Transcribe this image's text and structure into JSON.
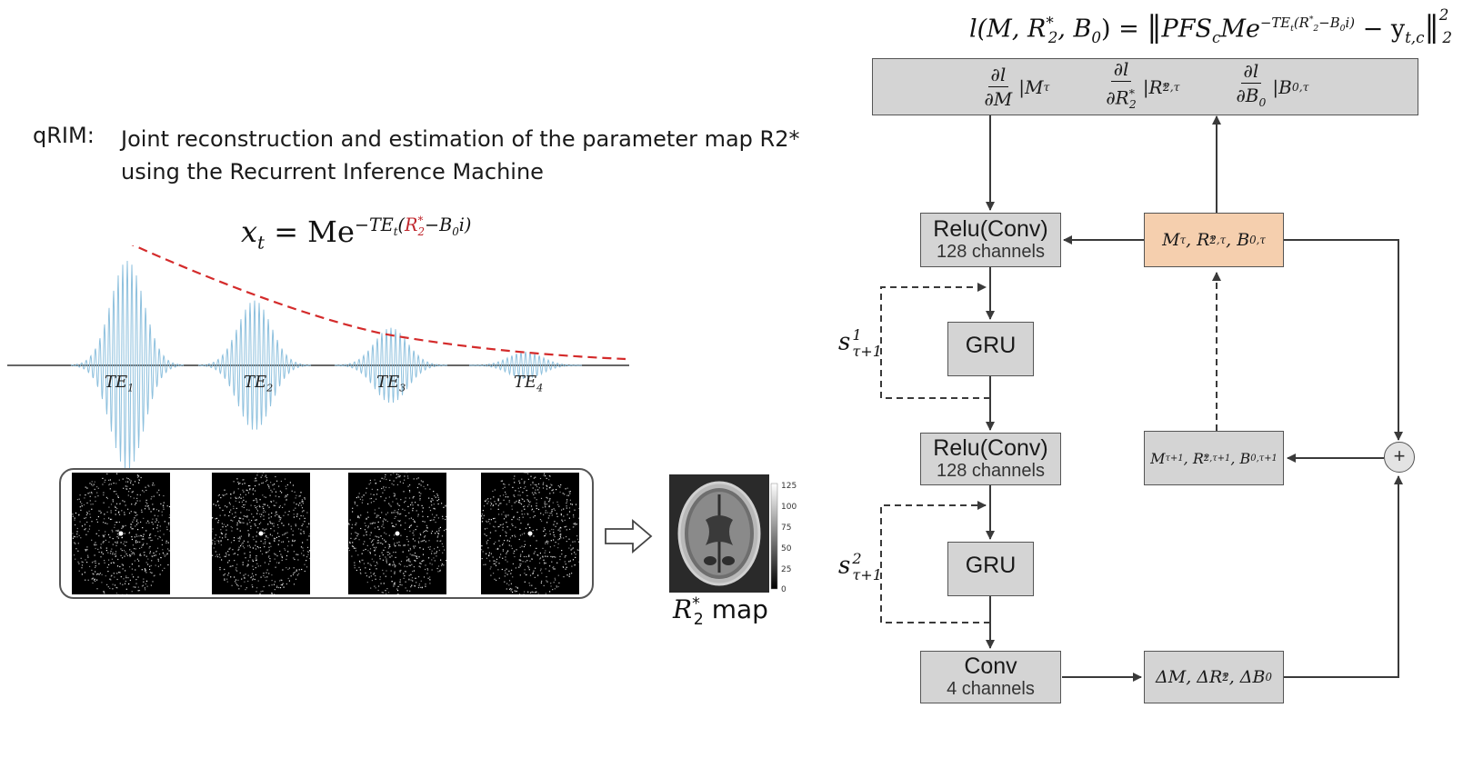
{
  "title": {
    "label": "qRIM:",
    "line1": "Joint reconstruction and estimation of the parameter map R2*",
    "line2": "using the Recurrent Inference Machine"
  },
  "signal_model": {
    "lhs": "x",
    "lhs_sub": "t",
    "eq": " = Me",
    "exp_pre": "−TE",
    "exp_sub": "t",
    "exp_open": "(",
    "exp_red": "R",
    "exp_red_sub": "2",
    "exp_red_sup": "*",
    "exp_post": "−B",
    "exp_post_sub": "0",
    "exp_close": "i)"
  },
  "echoes": [
    {
      "label": "TE",
      "sub": "1",
      "amplitude": 1.0
    },
    {
      "label": "TE",
      "sub": "2",
      "amplitude": 0.62
    },
    {
      "label": "TE",
      "sub": "3",
      "amplitude": 0.36
    },
    {
      "label": "TE",
      "sub": "4",
      "amplitude": 0.13
    }
  ],
  "map_label": {
    "symbol": "R",
    "sub": "2",
    "sup": "*",
    "text": " map"
  },
  "colorbar_ticks": [
    "125",
    "100",
    "75",
    "50",
    "25",
    "0"
  ],
  "loss": {
    "lhs": "l(M, R",
    "lhs_sub": "2",
    "lhs_sup": "*",
    "lhs_tail": ", B",
    "lhs_tail_sub": "0",
    "lhs_close": ") = ",
    "body": "PFS",
    "body_sub": "c",
    "body_me": "Me",
    "body_exp": "−TE",
    "body_exp_sub": "t",
    "body_exp_rest": "(R",
    "body_exp_r_sub": "2",
    "body_exp_r_sup": "*",
    "body_exp_tail": "−B",
    "body_exp_tail_sub": "0",
    "body_exp_close": "i)",
    "minus": " − y",
    "y_sub": "t,c",
    "norm_sup": "2",
    "norm_sub": "2"
  },
  "gradients": [
    {
      "num": "∂l",
      "den": "∂M",
      "den_sub": "",
      "den_sup": "",
      "eval": "|M",
      "eval_sub": "τ",
      "eval_sup": ""
    },
    {
      "num": "∂l",
      "den": "∂R",
      "den_sub": "2",
      "den_sup": "*",
      "eval": "|R",
      "eval_sub": "2,τ",
      "eval_sup": "*"
    },
    {
      "num": "∂l",
      "den": "∂B",
      "den_sub": "0",
      "den_sup": "",
      "eval": "|B",
      "eval_sub": "0,τ",
      "eval_sup": ""
    }
  ],
  "blocks": {
    "conv1": {
      "main": "Relu(Conv)",
      "sub": "128 channels"
    },
    "gru1": {
      "main": "GRU"
    },
    "conv2": {
      "main": "Relu(Conv)",
      "sub": "128 channels"
    },
    "gru2": {
      "main": "GRU"
    },
    "conv3": {
      "main": "Conv",
      "sub": "4 channels"
    }
  },
  "state": {
    "parts": [
      "M",
      "τ",
      ", R",
      "2,τ",
      "*",
      ", B",
      "0,τ"
    ]
  },
  "next_state": {
    "parts": [
      "M",
      "τ+1",
      ", R",
      "2,τ+1",
      "*",
      ", B",
      "0,τ+1"
    ]
  },
  "delta": {
    "parts": [
      "ΔM, ΔR",
      "2",
      "*",
      ", ΔB",
      "0"
    ]
  },
  "hidden": [
    {
      "symbol": "s",
      "sup": "1",
      "sub": "τ+1"
    },
    {
      "symbol": "s",
      "sup": "2",
      "sub": "τ+1"
    }
  ],
  "plus_symbol": "+",
  "colors": {
    "decay_curve": "#d42b2b",
    "wave": "#8fc1de",
    "state_box": "#f5cfae",
    "block": "#d4d4d4"
  }
}
